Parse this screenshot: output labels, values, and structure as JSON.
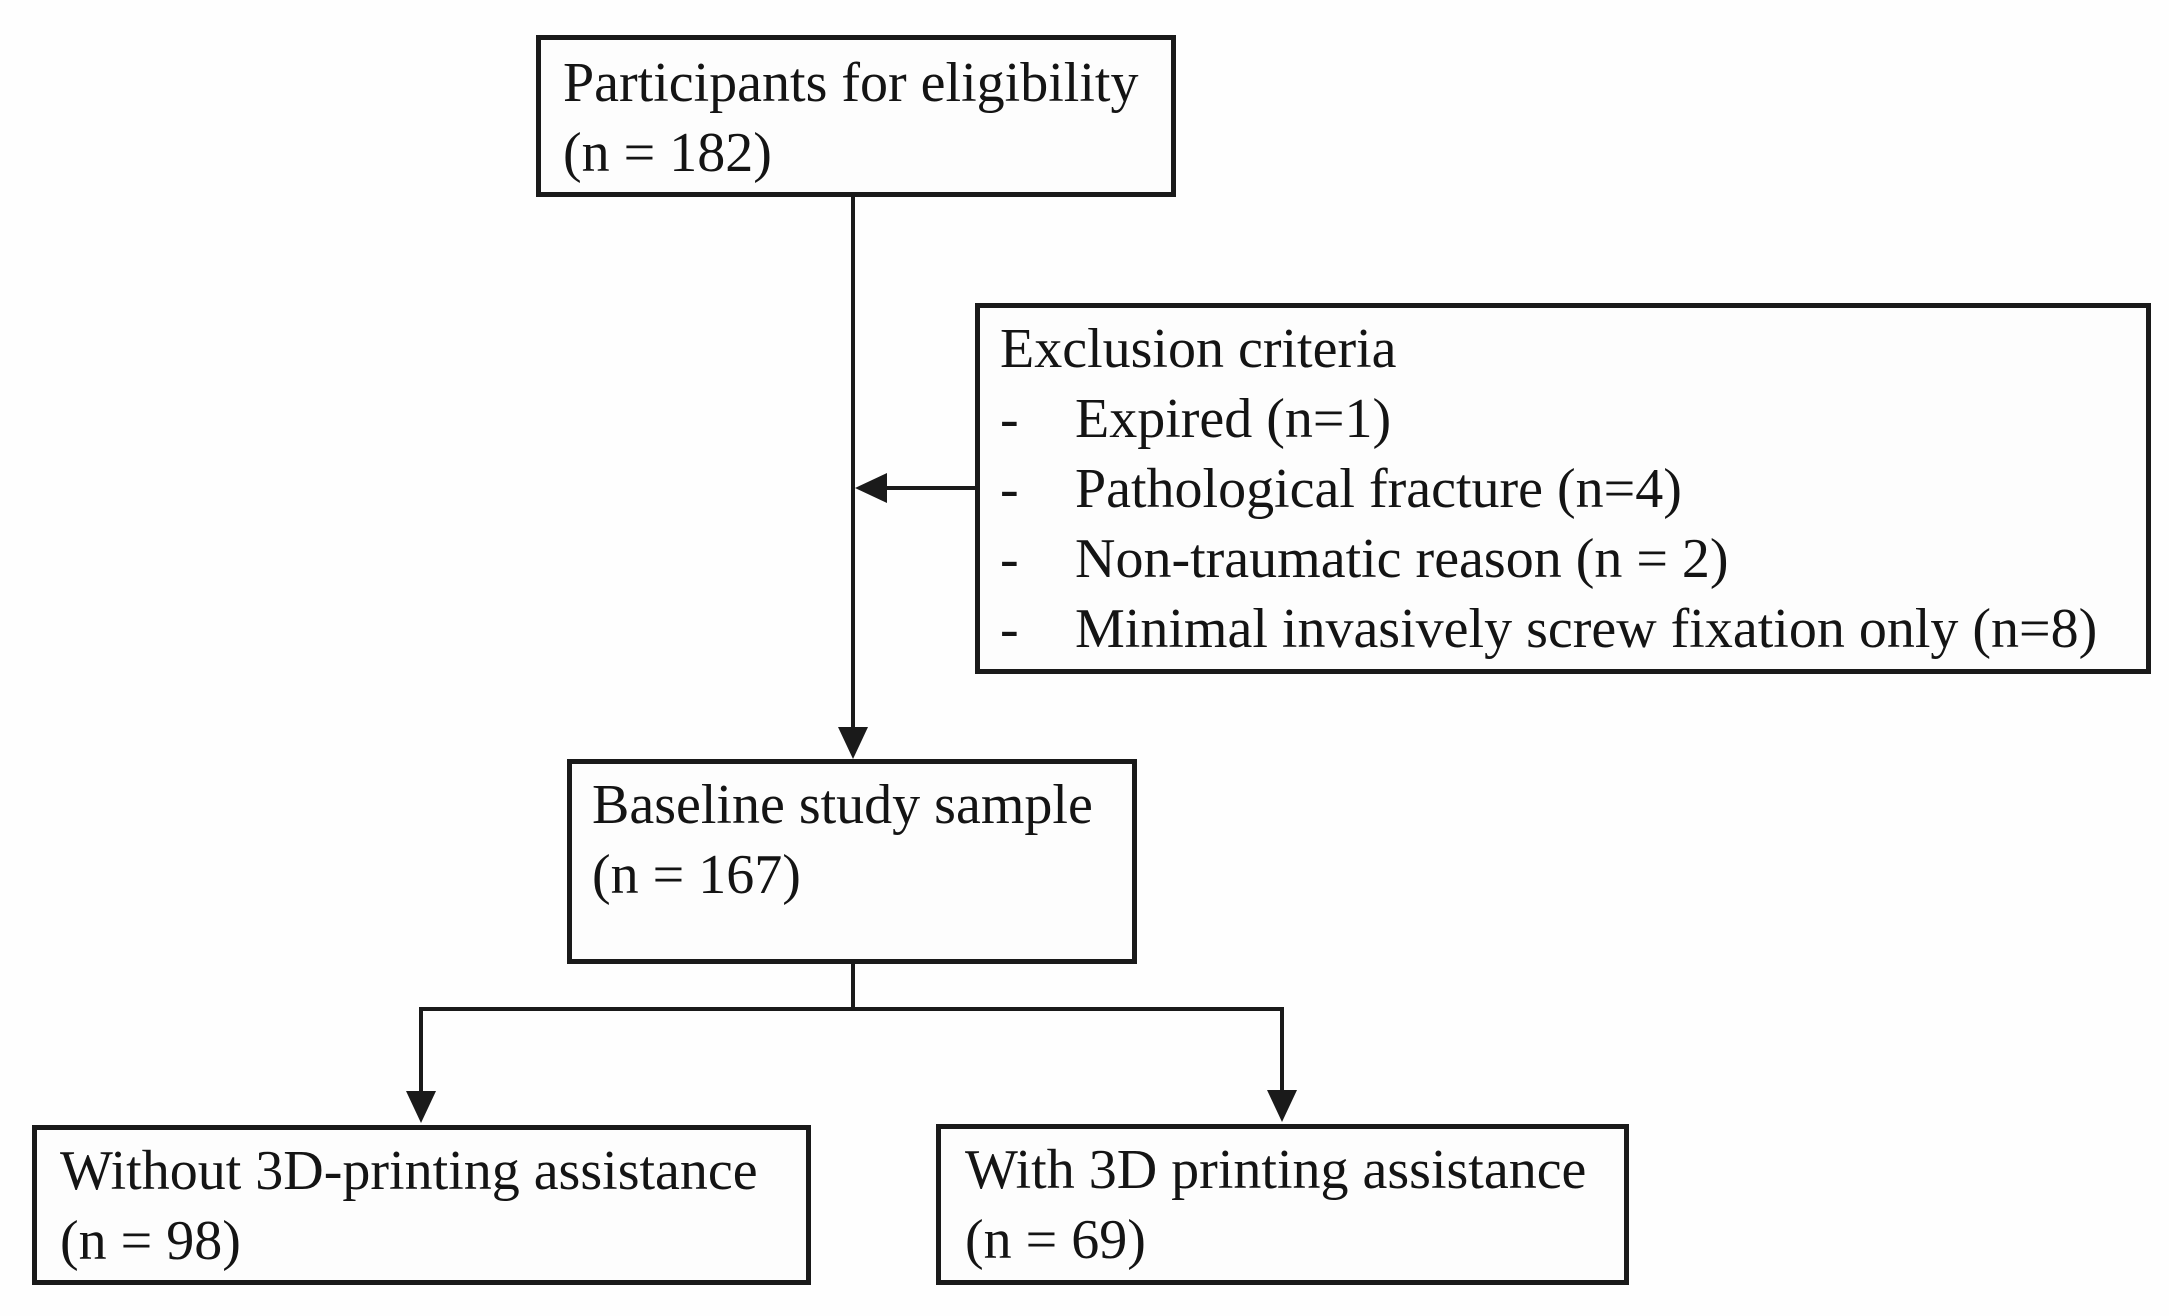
{
  "diagram": {
    "kind": "participant-flow-diagram",
    "colors": {
      "line": "#1a1a1a",
      "background": "#ffffff",
      "text": "#141414"
    },
    "boxes": {
      "eligibility": {
        "line1": "Participants for eligibility",
        "line2": "(n = 182)"
      },
      "exclusion": {
        "header": "Exclusion criteria",
        "bullet": "-",
        "items": [
          "Expired (n=1)",
          "Pathological fracture (n=4)",
          "Non-traumatic reason (n = 2)",
          "Minimal invasively screw fixation only (n=8)"
        ]
      },
      "baseline": {
        "line1": "Baseline study sample",
        "line2": "(n = 167)"
      },
      "without_3d": {
        "line1": "Without 3D-printing assistance",
        "line2": "(n = 98)"
      },
      "with_3d": {
        "line1": "With 3D printing assistance",
        "line2": "(n = 69)"
      }
    }
  }
}
